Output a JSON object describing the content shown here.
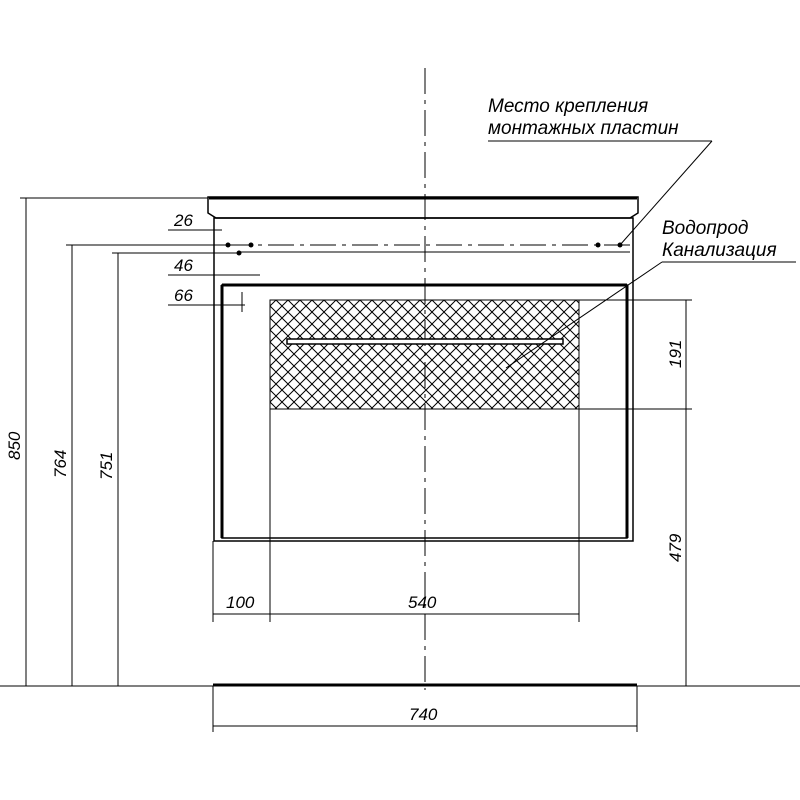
{
  "annotations": {
    "mount_plates_line1": "Место крепления",
    "mount_plates_line2": "монтажных пластин",
    "water_line1": "Водопрод",
    "water_line2": "Канализация"
  },
  "dimensions": {
    "d26": "26",
    "d46": "46",
    "d66": "66",
    "d850": "850",
    "d764": "764",
    "d751": "751",
    "d191": "191",
    "d479": "479",
    "d100": "100",
    "d540": "540",
    "d740": "740"
  },
  "colors": {
    "line": "#000000",
    "background": "#ffffff"
  }
}
